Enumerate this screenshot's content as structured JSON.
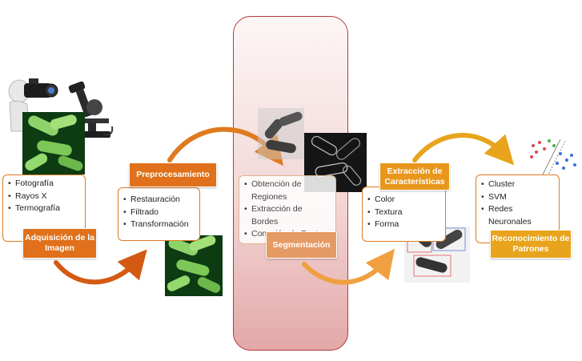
{
  "stages": [
    {
      "label": "Adquisición de la Imagen",
      "items": [
        "Fotografía",
        "Rayos X",
        "Termografía"
      ]
    },
    {
      "label": "Preprocesamiento",
      "items": [
        "Restauración",
        "Filtrado",
        "Transformación"
      ]
    },
    {
      "label": "Segmentación",
      "items": [
        "Obtención de Regiones",
        "Extracción de Bordes",
        "Conexión de Puntos"
      ]
    },
    {
      "label": "Extracción de Características",
      "items": [
        "Color",
        "Textura",
        "Forma"
      ]
    },
    {
      "label": "Reconocimiento de Patrones",
      "items": [
        "Cluster",
        "SVM",
        "Redes Neuronales"
      ]
    }
  ],
  "icons": {
    "camera": "camera-person-icon",
    "microscope": "microscope-icon",
    "bacteria": "bacteria-image",
    "scatter": "scatter-plot-icon"
  },
  "colors": {
    "accent": "#e0701b",
    "highlight_border": "#b33a3a",
    "arrow_dark": "#d45a14",
    "arrow_light": "#f0a040"
  }
}
